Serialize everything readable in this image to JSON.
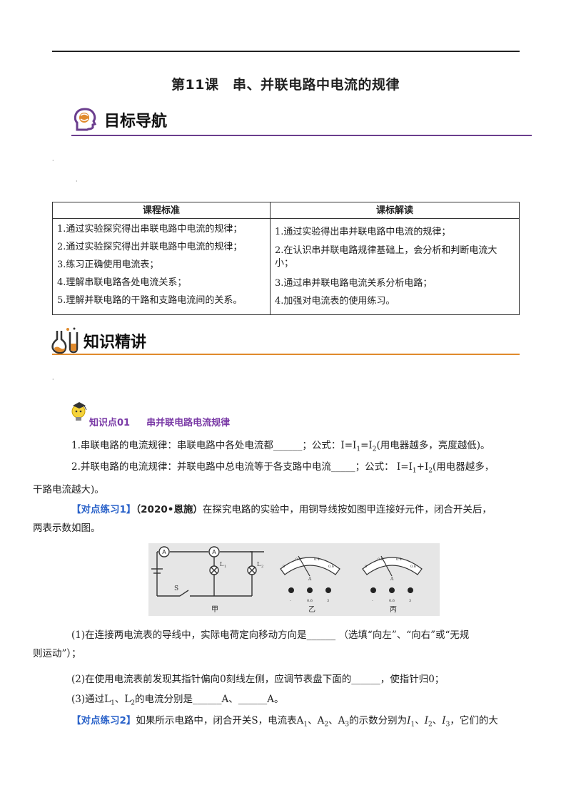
{
  "title": "第11课　串、并联电路中电流的规律",
  "sections": {
    "goal_nav": "目标导航",
    "knowledge": "知识精讲"
  },
  "standards_table": {
    "headers": [
      "课程标准",
      "课标解读"
    ],
    "left_items": [
      "1.通过实验探究得出串联电路中电流的规律；",
      "2.通过实验探究得出并联电路中电流的规律；",
      "3.练习正确使用电流表；",
      "4.理解串联电路各处电流关系；",
      "5.理解并联电路的干路和支路电流间的关系。"
    ],
    "right_items": [
      "1.通过实验得出串并联电路中电流的规律；",
      "2.在认识串并联电路规律基础上，会分析和判断电流大小；",
      "3.通过串并联电路电流关系分析电路；",
      "4.加强对电流表的使用练习。"
    ]
  },
  "knowledge_point": {
    "label": "知识点01",
    "title": "串并联电路电流规律",
    "line1_a": "1.串联电路的电流规律：串联电路中各处电流都______；公式：I=I",
    "line1_b": "=I",
    "line1_c": "(用电器越多，亮度越低)。",
    "line2_a": "2.并联电路的电流规律：并联电路中总电流等于各支路中电流_____；公式：  I=I",
    "line2_b": "+I",
    "line2_c": "(用电器越多，",
    "line2_d": "干路电流越大)。"
  },
  "exercise1": {
    "tag": "【对点练习1】",
    "source": "（2020•恩施）",
    "text1": "在探究电路的实验中，用铜导线按如图甲连接好元件，闭合开关后，",
    "text2": "两表示数如图。",
    "q1a": "(1)在连接两电流表的导线中，实际电荷定向移动方向是______ （选填“向左”、“向右”或“无规",
    "q1b": "则运动”）；",
    "q2": "(2)在使用电流表前发现其指针偏向0刻线左侧，应调节表盘下面的______，使指针归0；",
    "q3a": "(3)通过L",
    "q3b": "、L",
    "q3c": "的电流分别是______A、______A。"
  },
  "exercise2": {
    "tag": "【对点练习2】",
    "text": "如果所示电路中，闭合开关S，电流表A",
    "text_b": "、A",
    "text_c": "、A",
    "text_d": "的示数分别为",
    "text_e": "，它们的大"
  },
  "figure": {
    "labels": [
      "甲",
      "乙",
      "丙"
    ],
    "meter_label": "A",
    "lamp1": "L",
    "lamp2": "L",
    "switch": "S",
    "scale": [
      "0",
      "0.2",
      "0.4",
      "0.6"
    ],
    "terminals": [
      "-",
      "0.6",
      "3"
    ]
  },
  "sub": {
    "one": "1",
    "two": "2",
    "three": "3"
  }
}
